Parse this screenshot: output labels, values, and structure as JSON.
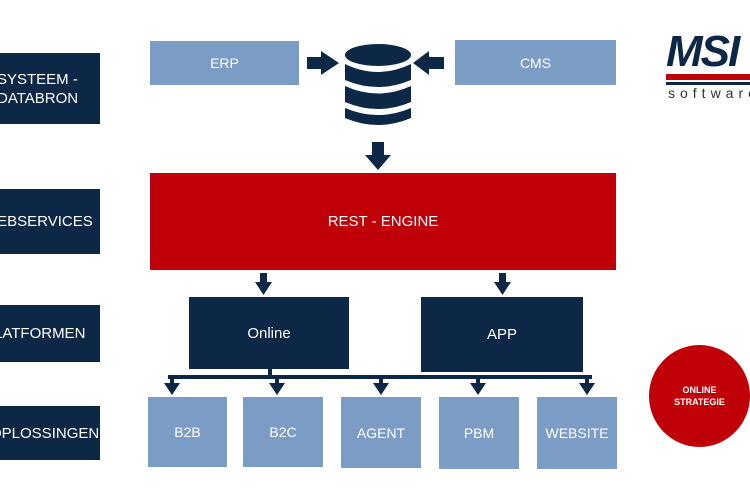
{
  "left_labels": [
    "SYSTEEM -\nDATABRON",
    "WEBSERVICES",
    "PLATFORMEN",
    "OPLOSSINGEN"
  ],
  "sources": {
    "erp": "ERP",
    "cms": "CMS"
  },
  "database_icon": "database-icon",
  "engine": "REST - ENGINE",
  "platforms": {
    "online": "Online",
    "app": "APP"
  },
  "solutions": [
    "B2B",
    "B2C",
    "AGENT",
    "PBM",
    "WEBSITE"
  ],
  "strategy": {
    "line1": "ONLINE",
    "line2": "STRATEGIE"
  },
  "logo": {
    "mark": "MSI",
    "sub": "software"
  },
  "colors": {
    "navy": "#0d2747",
    "light_blue": "#7b9cc5",
    "red": "#bf0009"
  }
}
